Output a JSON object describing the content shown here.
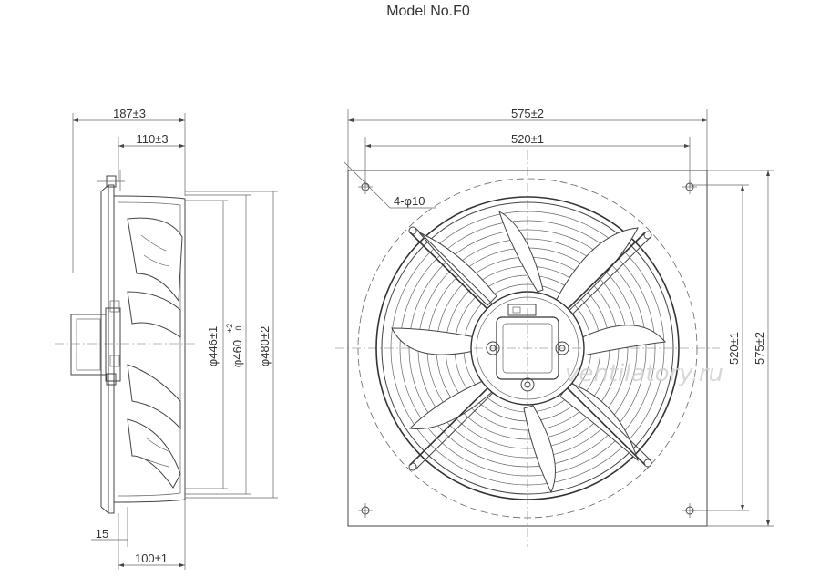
{
  "header": {
    "title": "Model No.F0"
  },
  "side_view": {
    "overall_depth": "187±3",
    "guard_depth": "110±3",
    "d_inner": "φ446±1",
    "d_mid_base": "φ460",
    "d_mid_tol_upper": "+2",
    "d_mid_tol_lower": "0",
    "d_outer": "φ480±2",
    "flange_thickness": "15",
    "motor_depth": "100±1"
  },
  "front_view": {
    "plate_width": "575±2",
    "hole_spacing": "520±1",
    "hole_spec": "4-φ10",
    "plate_height": "575±2",
    "hole_spacing_v": "520±1"
  },
  "watermark": "ventilatory.ru"
}
